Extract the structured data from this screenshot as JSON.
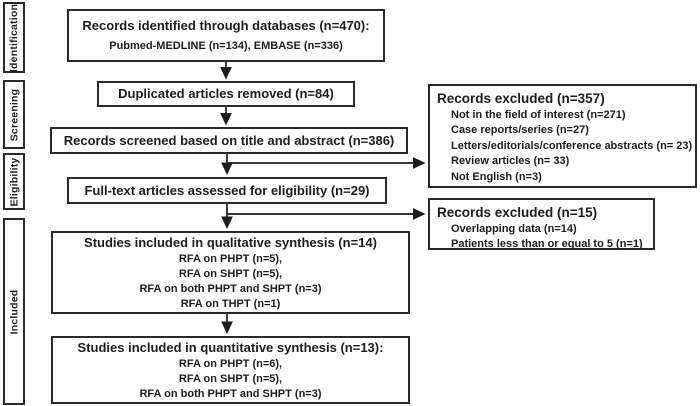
{
  "colors": {
    "border": "#2a2a2a",
    "text": "#1c1c1c",
    "background": "#ffffff",
    "arrow": "#1c1c1c"
  },
  "sidebar": {
    "stages": [
      {
        "label": "Identification"
      },
      {
        "label": "Screening"
      },
      {
        "label": "Eligibility"
      },
      {
        "label": "Included"
      }
    ]
  },
  "flow": {
    "identified": {
      "title": "Records identified through databases (n=470):",
      "sub": "Pubmed-MEDLINE (n=134), EMBASE (n=336)"
    },
    "duplicates": {
      "title": "Duplicated articles removed (n=84)"
    },
    "screened": {
      "title": "Records screened based on title and abstract (n=386)"
    },
    "fulltext": {
      "title": "Full-text articles assessed for eligibility (n=29)"
    },
    "qualitative": {
      "title": "Studies included in qualitative synthesis (n=14)",
      "lines": [
        "RFA on PHPT (n=5),",
        "RFA on SHPT (n=5),",
        "RFA on both PHPT and SHPT (n=3)",
        "RFA on THPT (n=1)"
      ]
    },
    "quantitative": {
      "title": "Studies included in quantitative synthesis (n=13):",
      "lines": [
        "RFA on PHPT (n=6),",
        "RFA on SHPT (n=5),",
        "RFA on both PHPT and SHPT (n=3)"
      ]
    },
    "excluded1": {
      "title": "Records excluded (n=357)",
      "lines": [
        "Not in the field of interest (n=271)",
        "Case reports/series (n=27)",
        "Letters/editorials/conference abstracts (n= 23)",
        "Review articles (n= 33)",
        "Not English (n=3)"
      ]
    },
    "excluded2": {
      "title": "Records excluded (n=15)",
      "lines": [
        "Overlapping data (n=14)",
        "Patients less than or equal to 5 (n=1)"
      ]
    }
  }
}
